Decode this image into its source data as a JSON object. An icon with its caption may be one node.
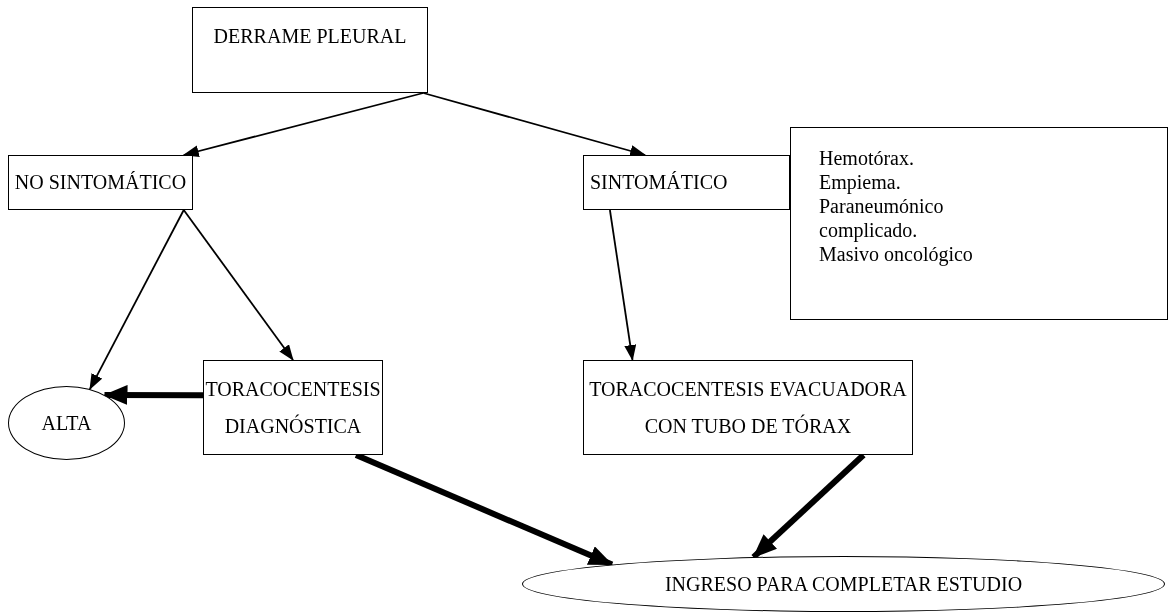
{
  "diagram": {
    "nodes": [
      {
        "text": [
          "DERRAME PLEURAL"
        ]
      },
      {
        "text": [
          "NO SINTOMÁTICO"
        ]
      },
      {
        "text": [
          "SINTOMÁTICO"
        ]
      },
      {
        "text": [
          "Hemotórax.",
          "Empiema.",
          "Paraneumónico complicado.",
          "Masivo oncológico"
        ]
      },
      {
        "text": [
          "ALTA"
        ]
      },
      {
        "text": [
          "TORACOCENTESIS DIAGNÓSTICA"
        ]
      },
      {
        "text": [
          "TORACOCENTESIS EVACUADORA CON TUBO DE TÓRAX"
        ]
      },
      {
        "text": [
          "INGRESO PARA COMPLETAR ESTUDIO"
        ]
      }
    ],
    "edges": [
      {
        "from": 0,
        "to": 1,
        "arrow": "to"
      },
      {
        "from": 0,
        "to": 2,
        "arrow": "to"
      },
      {
        "from": 1,
        "to": 4,
        "arrow": "to"
      },
      {
        "from": 1,
        "to": 5,
        "arrow": "to"
      },
      {
        "from": 2,
        "to": 6,
        "arrow": "to"
      },
      {
        "from": 5,
        "to": 4,
        "arrow": "to",
        "style": "thick"
      },
      {
        "from": 5,
        "to": 7,
        "arrow": "to",
        "style": "thick"
      },
      {
        "from": 6,
        "to": 7,
        "arrow": "to",
        "style": "thick"
      }
    ]
  }
}
